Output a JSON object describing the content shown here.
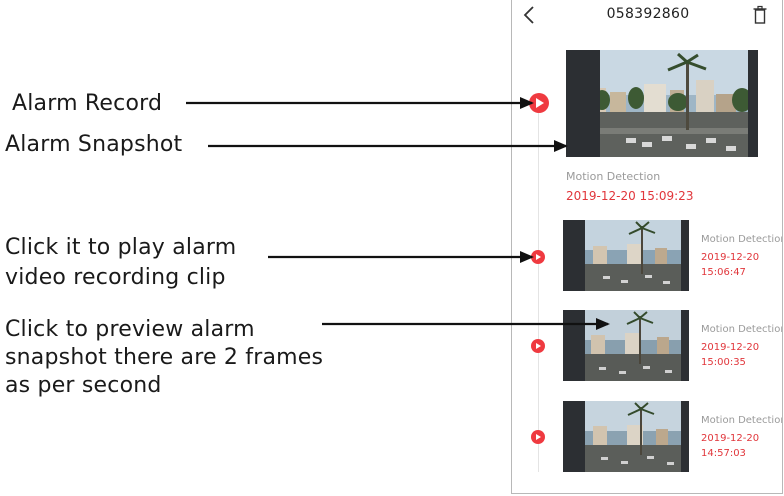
{
  "annotations": {
    "alarm_record": "Alarm Record",
    "alarm_snapshot": "Alarm Snapshot",
    "play_clip_line1": "Click it to play alarm",
    "play_clip_line2": "video recording clip",
    "preview_line1": "Click to preview alarm",
    "preview_line2": "snapshot there are 2 frames",
    "preview_line3": "as per second"
  },
  "header": {
    "title": "058392860",
    "back_icon": "chevron-left-icon",
    "delete_icon": "trash-icon"
  },
  "events": [
    {
      "type": "Motion Detection",
      "date": "2019-12-20",
      "time": "15:09:23",
      "datetime": "2019-12-20  15:09:23"
    },
    {
      "type": "Motion Detection",
      "date": "2019-12-20",
      "time": "15:06:47"
    },
    {
      "type": "Motion Detection",
      "date": "2019-12-20",
      "time": "15:00:35"
    },
    {
      "type": "Motion Detection",
      "date": "2019-12-20",
      "time": "14:57:03"
    }
  ],
  "colors": {
    "accent": "#ef3a40",
    "time_text": "#e1363b",
    "muted_text": "#9a9a9a"
  }
}
